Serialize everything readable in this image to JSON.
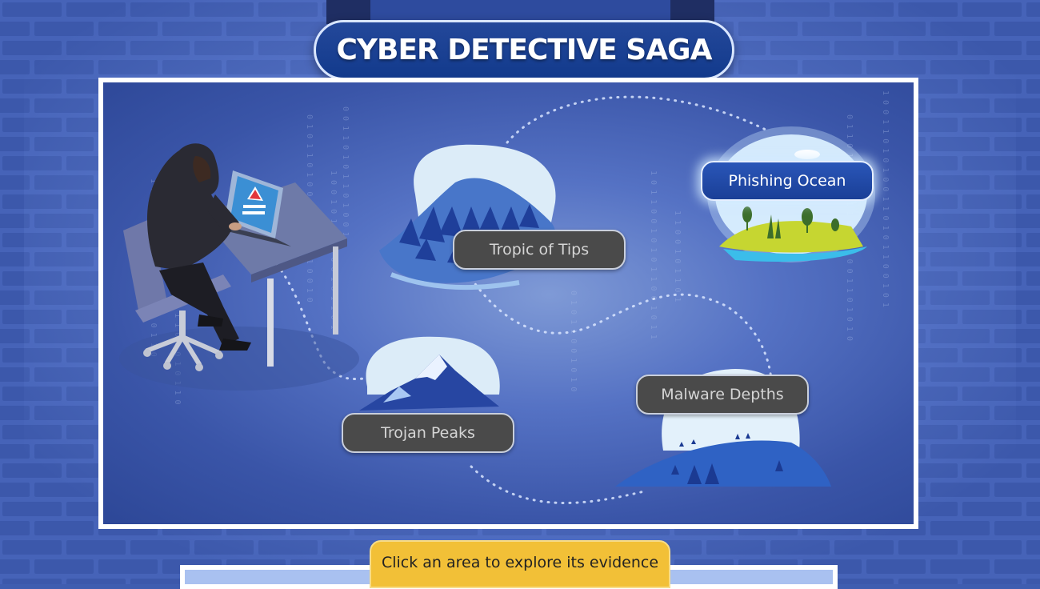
{
  "title": "CYBER DETECTIVE SAGA",
  "locations": [
    {
      "label": "Tropic of Tips",
      "active": false
    },
    {
      "label": "Phishing Ocean",
      "active": true
    },
    {
      "label": "Trojan Peaks",
      "active": false
    },
    {
      "label": "Malware Depths",
      "active": false
    }
  ],
  "instruction": "Click an area to explore its evidence",
  "colors": {
    "accent": "#f2c037",
    "banner": "#1a3f97",
    "label_bg": "#4a4a4a",
    "wall": "#3f5db0"
  },
  "icons": [
    "hacker-illustration",
    "warning-icon",
    "island-icon",
    "mountain-icon",
    "forest-hill-icon"
  ]
}
